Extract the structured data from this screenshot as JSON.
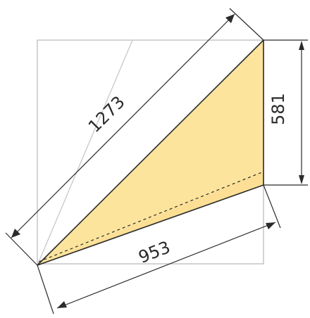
{
  "diagram": {
    "dimensions": {
      "hypotenuse": "1273",
      "height": "581",
      "base": "953"
    },
    "colors": {
      "fill": "#fde49c",
      "outline": "#2b2b2b",
      "frame": "#bdbdbd",
      "guide": "#c8c8c8",
      "dimension": "#2b2b2b"
    }
  }
}
